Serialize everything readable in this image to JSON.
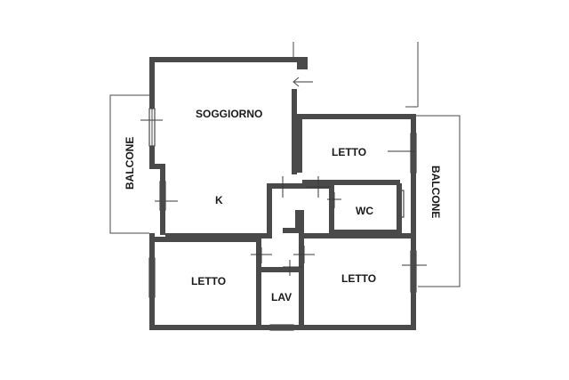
{
  "plan": {
    "rooms": {
      "soggiorno": "SOGGIORNO",
      "kitchen": "K",
      "letto_top_right": "LETTO",
      "wc": "WC",
      "letto_bottom_left": "LETTO",
      "lav": "LAV",
      "letto_bottom_right": "LETTO"
    },
    "balconies": {
      "left": "BALCONE",
      "right": "BALCONE"
    },
    "icons": {
      "entrance": "arrow-left-icon"
    }
  }
}
